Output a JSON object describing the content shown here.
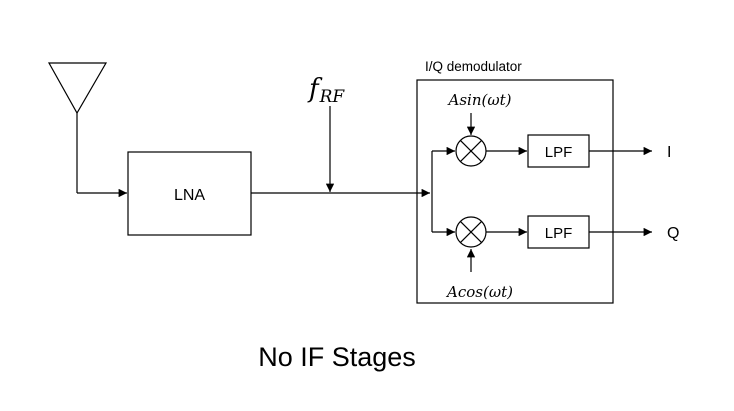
{
  "diagram": {
    "lna_label": "LNA",
    "frf_symbol": "f",
    "frf_subscript": "RF",
    "demod_title": "I/Q demodulator",
    "lo_top": "Asin(ωt)",
    "lo_bottom": "Acos(ωt)",
    "lpf_top_label": "LPF",
    "lpf_bottom_label": "LPF",
    "output_i": "I",
    "output_q": "Q",
    "caption": "No IF Stages"
  }
}
